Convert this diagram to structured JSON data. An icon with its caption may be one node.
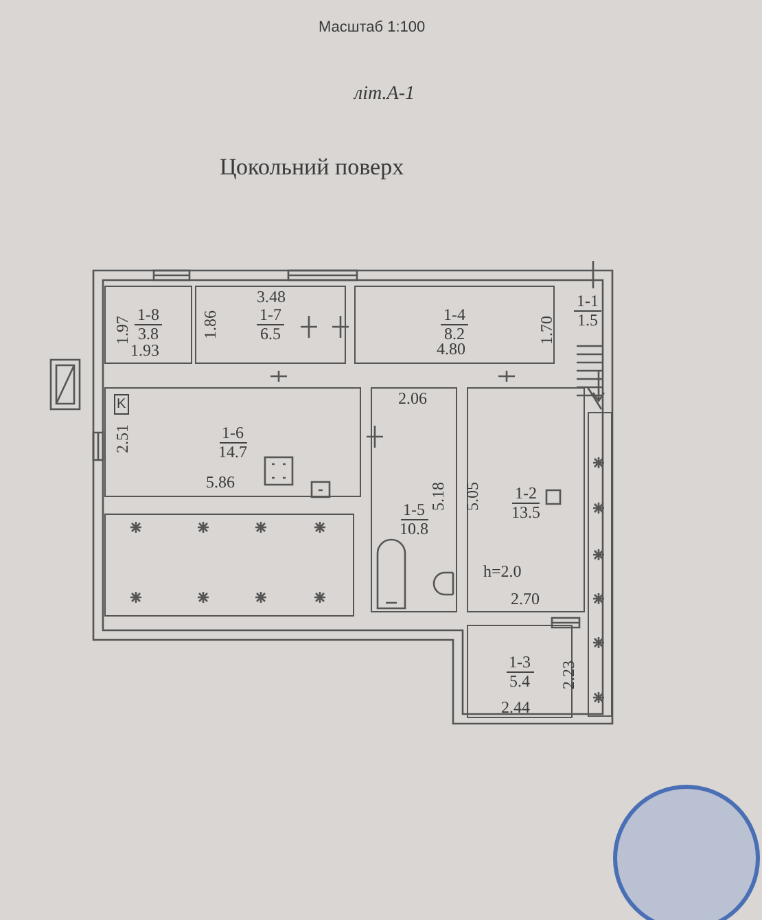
{
  "diagram": {
    "title": "Цокольний поверх",
    "nodes": [
      {
        "text": [
          "1-8",
          "3.8"
        ]
      },
      {
        "text": [
          "1-7",
          "6.5"
        ]
      },
      {
        "text": [
          "1-4",
          "8.2"
        ]
      },
      {
        "text": [
          "1-1",
          "1.5"
        ]
      },
      {
        "text": [
          "1-6",
          "14.7"
        ]
      },
      {
        "text": [
          "1-5",
          "10.8"
        ]
      },
      {
        "text": [
          "1-2",
          "13.5"
        ]
      },
      {
        "text": [
          "1-3",
          "5.4"
        ]
      },
      {
        "text": [],
        "shape": "box"
      },
      {
        "text": [],
        "shape": "box"
      }
    ],
    "edges": [],
    "labels": [
      "Масштаб 1:100",
      "літ.А-1",
      "3.48",
      "1.97",
      "1.86",
      "1.70",
      "1.93",
      "4.80",
      "K",
      "2.06",
      "2.51",
      "5.86",
      "5.18",
      "5.05",
      "h=2.0",
      "2.70",
      "2.23",
      "2.44"
    ]
  }
}
